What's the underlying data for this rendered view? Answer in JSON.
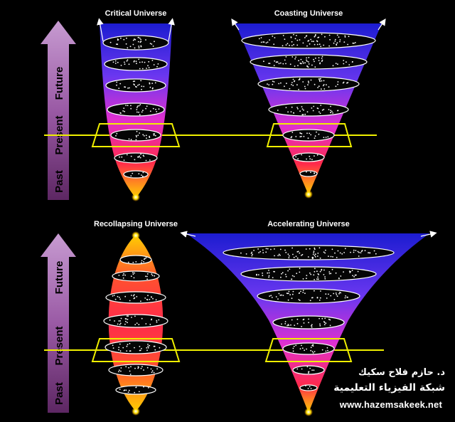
{
  "panels": {
    "critical": {
      "title": "Critical Universe"
    },
    "coasting": {
      "title": "Coasting Universe"
    },
    "recollapsing": {
      "title": "Recollapsing Universe"
    },
    "accelerating": {
      "title": "Accelerating Universe"
    }
  },
  "time_arrow": {
    "future": "Future",
    "present": "Present",
    "past": "Past"
  },
  "credit": {
    "author_ar": "د. حازم فلاح سكيك",
    "network_ar": "شبكة الفيزياء التعليمية",
    "url": "www.hazemsakeek.net"
  },
  "colors": {
    "background": "#000000",
    "present_line": "#f0f000",
    "arrow_top": "#b585c0",
    "arrow_bottom": "#6a2d6f",
    "gradient_top": "#1c1cd0",
    "gradient_upper": "#6a37f0",
    "gradient_mid": "#e030d0",
    "gradient_lower": "#ff2a4a",
    "gradient_bottom": "#ffd000"
  }
}
